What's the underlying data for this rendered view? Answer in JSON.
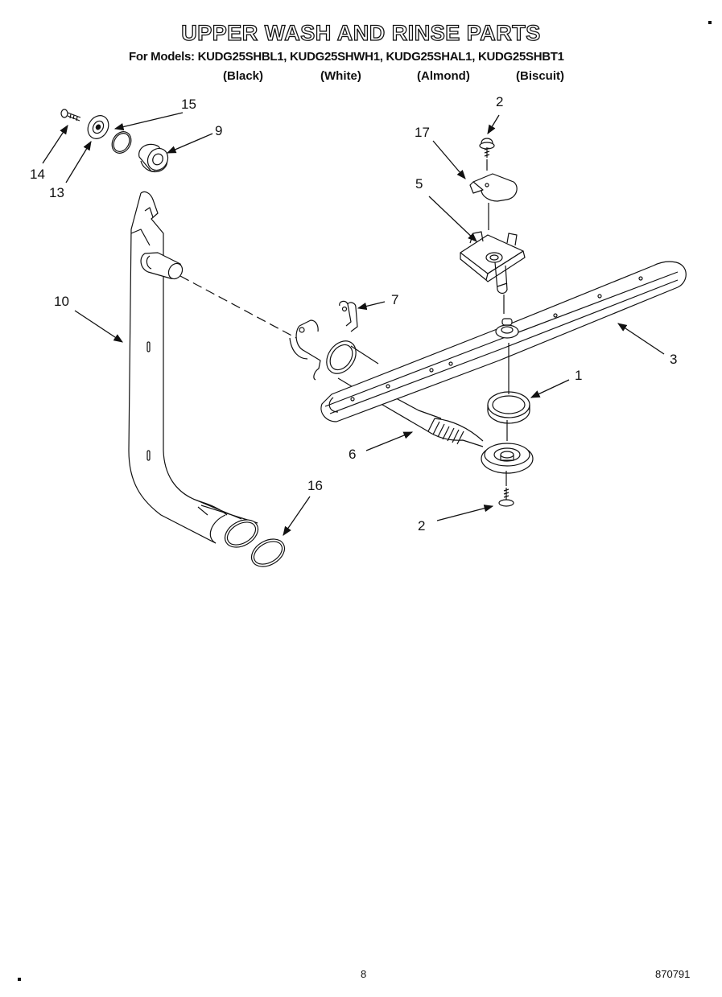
{
  "header": {
    "title": "UPPER WASH AND RINSE PARTS",
    "models_line": "For Models: KUDG25SHBL1, KUDG25SHWH1, KUDG25SHAL1, KUDG25SHBT1",
    "color_labels": [
      "(Black)",
      "(White)",
      "(Almond)",
      "(Biscuit)"
    ]
  },
  "callouts": {
    "c15": "15",
    "c9": "9",
    "c14": "14",
    "c13": "13",
    "c2a": "2",
    "c17": "17",
    "c5": "5",
    "c10": "10",
    "c7": "7",
    "c3": "3",
    "c1": "1",
    "c6": "6",
    "c16": "16",
    "c2b": "2"
  },
  "footer": {
    "page_number": "8",
    "doc_code": "870791"
  },
  "colors": {
    "ink": "#111111",
    "background": "#ffffff"
  }
}
